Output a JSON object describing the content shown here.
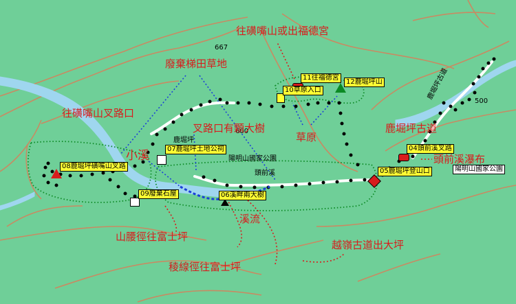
{
  "annotations": {
    "top": "往磺嘴山或出福德宮",
    "terrace": "廢棄梯田草地",
    "junction_branch": "往磺嘴山叉路口",
    "big_tree": "叉路口有顆大樹",
    "grassland": "草原",
    "small_stream": "小溪",
    "ancient_road": "鹿堀坪古道",
    "waterfall": "頭前溪瀑布",
    "stream": "溪流",
    "waist_trail": "山腰徑往富士坪",
    "ridge_trail": "稜線徑往富士坪",
    "pass_road": "越嶺古道出大坪"
  },
  "waypoints": {
    "w04": "04頭前溪叉路",
    "w05": "05鹿堀坪登山口",
    "w06": "06溪畔兩大樹",
    "w07": "07鹿堀坪土地公祠",
    "w08": "08鹿堀坪磺嘴山叉路",
    "w09": "09廢棄石屋",
    "w10": "10草原入口",
    "w11": "11往福德宮",
    "w12": "12鹿堀坪山"
  },
  "map_labels": {
    "elev_667": "667",
    "elev_600": "600",
    "elev_500": "500",
    "lukuping": "鹿堀坪",
    "park1": "陽明山國家公園",
    "park2": "陽明山國家公園",
    "road": "鹿堀坪古道",
    "stream_label": "頭前溪"
  }
}
